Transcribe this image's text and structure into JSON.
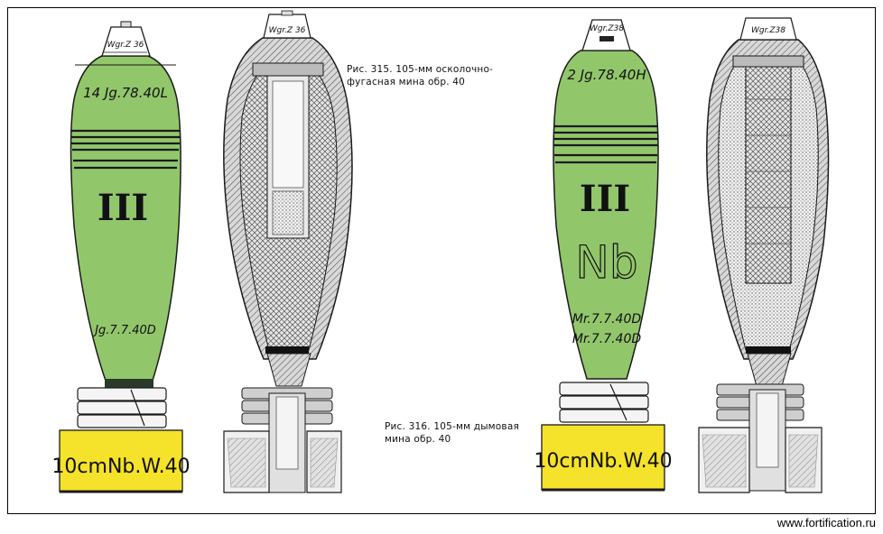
{
  "figure_315": {
    "caption_line1": "Рис. 315. 105-мм осколочно-",
    "caption_line2": "фугасная мина обр. 40",
    "exterior": {
      "fuze_label": "Wgr.Z 36",
      "lot_marking": "14 Jg.78.40L",
      "filler_mark": "III",
      "lower_marking": "Jg.7.7.40D",
      "base_label": "10cmNb.W.40"
    },
    "section": {
      "fuze_label": "Wgr.Z 36"
    }
  },
  "figure_316": {
    "caption_line1": "Рис. 316. 105-мм дымовая",
    "caption_line2": "мина обр. 40",
    "exterior": {
      "fuze_label": "Wgr.Z38",
      "lot_marking": "2 Jg.78.40H",
      "filler_mark": "III",
      "type_mark": "Nb",
      "lower_marking_1": "Mr.7.7.40D",
      "lower_marking_2": "Mr.7.7.40D",
      "base_label": "10cmNb.W.40"
    },
    "section": {
      "fuze_label": "Wgr.Z38"
    }
  },
  "footer": {
    "site": "www.fortification.ru"
  },
  "colors": {
    "body_green": "#92c66b",
    "base_yellow": "#f5e22a",
    "section_gray": "#cfcfcf",
    "outline": "#1a1a1a"
  }
}
